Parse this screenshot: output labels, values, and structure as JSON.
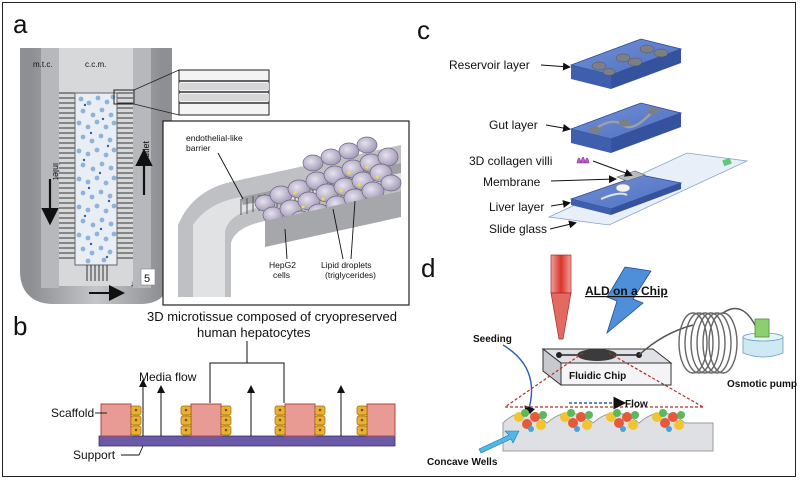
{
  "figure": {
    "panels": {
      "a": {
        "letter": "a",
        "channel_left": "m.t.c.",
        "channel_center": "c.c.m.",
        "inlet": "inlet",
        "outlet": "outlet",
        "endothelial": "endothelial-like",
        "barrier": "barrier",
        "hepg2_line1": "HepG2",
        "hepg2_line2": "cells",
        "lipid_line1": "Lipid droplets",
        "lipid_line2": "(triglycerides)",
        "scale": "5"
      },
      "b": {
        "letter": "b",
        "title_line1": "3D microtissue composed of cryopreserved",
        "title_line2": "human hepatocytes",
        "media_flow": "Media flow",
        "scaffold": "Scaffold",
        "support": "Support"
      },
      "c": {
        "letter": "c",
        "reservoir": "Reservoir layer",
        "gut": "Gut  layer",
        "villi": "3D collagen villi",
        "membrane": "Membrane",
        "liver": "Liver layer",
        "slide": "Slide glass"
      },
      "d": {
        "letter": "d",
        "ald": "ALD on a Chip",
        "seeding": "Seeding",
        "fluidic": "Fluidic Chip",
        "pump": "Osmotic pump",
        "flow": "Flow",
        "concave": "Concave Wells"
      }
    }
  },
  "colors": {
    "channel_gray": "#a9aaad",
    "block_blue": "#5b7fc8",
    "scaffold_red": "#e89a94",
    "cell_yellow": "#e7b132",
    "support_purple": "#6a5aa8",
    "pipette_red": "#d9342b"
  }
}
